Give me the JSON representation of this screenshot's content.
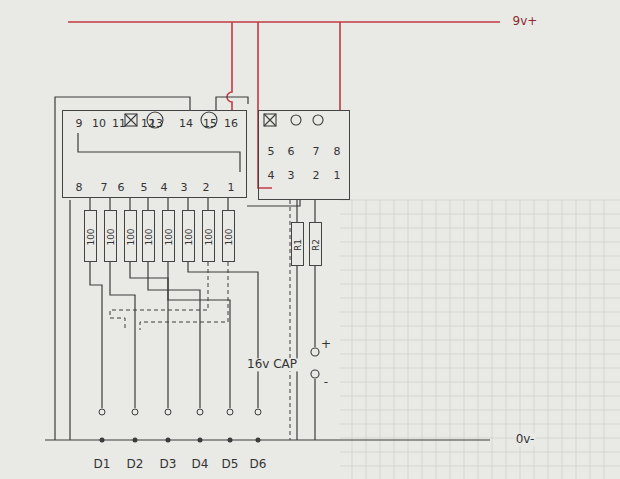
{
  "diagram": {
    "nodes": [
      {
        "text": [
          "9",
          "10",
          "11",
          "12",
          "13",
          "14",
          "15",
          "16",
          "8",
          "7",
          "6",
          "5",
          "4",
          "3",
          "2",
          "1"
        ]
      },
      {
        "text": [
          "5",
          "6",
          "7",
          "8",
          "4",
          "3",
          "2",
          "1"
        ]
      },
      {
        "text": [
          "100"
        ]
      },
      {
        "text": [
          "100"
        ]
      },
      {
        "text": [
          "100"
        ]
      },
      {
        "text": [
          "100"
        ]
      },
      {
        "text": [
          "100"
        ]
      },
      {
        "text": [
          "100"
        ]
      },
      {
        "text": [
          "100"
        ]
      },
      {
        "text": [
          "100"
        ]
      },
      {
        "text": [
          "R1"
        ]
      },
      {
        "text": [
          "R2"
        ]
      }
    ],
    "edges": [
      {
        "from": 0,
        "to": 2,
        "arrow": "none"
      },
      {
        "from": 0,
        "to": 3,
        "arrow": "none"
      },
      {
        "from": 0,
        "to": 4,
        "arrow": "none"
      },
      {
        "from": 0,
        "to": 5,
        "arrow": "none"
      },
      {
        "from": 0,
        "to": 6,
        "arrow": "none"
      },
      {
        "from": 0,
        "to": 7,
        "arrow": "none"
      },
      {
        "from": 0,
        "to": 8,
        "arrow": "none"
      },
      {
        "from": 0,
        "to": 9,
        "arrow": "none"
      },
      {
        "from": 1,
        "to": 10,
        "arrow": "none"
      },
      {
        "from": 1,
        "to": 11,
        "arrow": "none"
      }
    ],
    "labels": [
      "9v+",
      "16v CAP",
      "+",
      "-",
      "0v-",
      "D1",
      "D2",
      "D3",
      "D4",
      "D5",
      "D6"
    ]
  }
}
